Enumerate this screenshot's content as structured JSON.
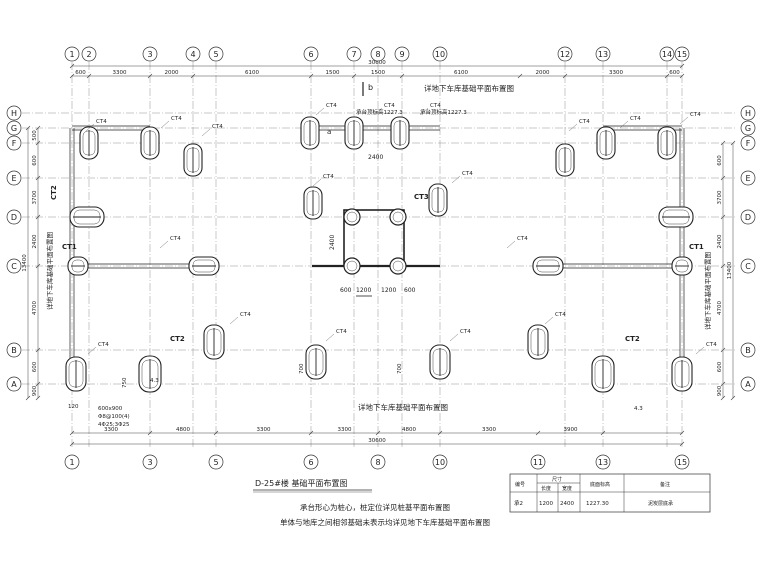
{
  "axes_top": [
    "1",
    "2",
    "3",
    "4",
    "5",
    "6",
    "7",
    "8",
    "9",
    "10",
    "12",
    "13",
    "14",
    "15"
  ],
  "axes_bottom": [
    "1",
    "3",
    "5",
    "6",
    "8",
    "10",
    "11",
    "13",
    "15"
  ],
  "axes_left": [
    "A",
    "B",
    "C",
    "D",
    "E",
    "F",
    "G",
    "H"
  ],
  "axes_right": [
    "A",
    "B",
    "C",
    "D",
    "E",
    "F",
    "G",
    "H"
  ],
  "dims_top": [
    "600",
    "3300",
    "2000",
    "6100",
    "1500",
    "1500",
    "6100",
    "2000",
    "3300",
    "600"
  ],
  "dims_top_total": "30600",
  "dims_bottom": [
    "3300",
    "4800",
    "3300",
    "3300",
    "4800",
    "3300",
    "3900"
  ],
  "dims_bottom_total": "30600",
  "dims_left": [
    "900",
    "600",
    "4700",
    "2400",
    "3700",
    "600",
    "500"
  ],
  "dims_left_total": "13400",
  "dims_right": [
    "900",
    "600",
    "4700",
    "2400",
    "3700",
    "600"
  ],
  "dims_right_total": "13400",
  "labels": {
    "top_ref": "详地下车库基础平面布置图",
    "bottom_ref": "详地下车库基础平面布置图",
    "left_ref": "详地下车库基础平面布置图",
    "right_ref": "详地下车库基础平面布置图",
    "cap_ct4": "CT4",
    "cap_ct1": "CT1",
    "cap_ct2": "CT2",
    "cap_ct3": "CT3",
    "elev_a": "承台顶标高1227.3",
    "elev_b": "承台顶标高1227.3",
    "sec_b": "b",
    "sec_a": "a",
    "core_dims": [
      "600",
      "1200",
      "1200",
      "600"
    ],
    "core_2400": "2400",
    "core_2400b": "2400",
    "dl1": "4.3",
    "dl2": "4.3",
    "beam_note": [
      "600x900",
      "Φ8@100(4)",
      "4Φ25;3Φ25"
    ],
    "dim_120": "120",
    "dim_750": "750",
    "dim_700a": "700",
    "dim_700b": "700"
  },
  "title": {
    "main": "D-25#楼  基础平面布置图",
    "note1": "承台形心为桩心，桩定位详见桩基平面布置图",
    "note2": "单体与地库之间相邻基础未表示均详见地下车库基础平面布置图"
  },
  "table": {
    "headers": [
      "编号",
      "尺寸",
      "长度",
      "宽度",
      "底面标高",
      "备注"
    ],
    "row": [
      "承2",
      "1200",
      "2400",
      "1227.30",
      "泥炭层底承"
    ]
  }
}
